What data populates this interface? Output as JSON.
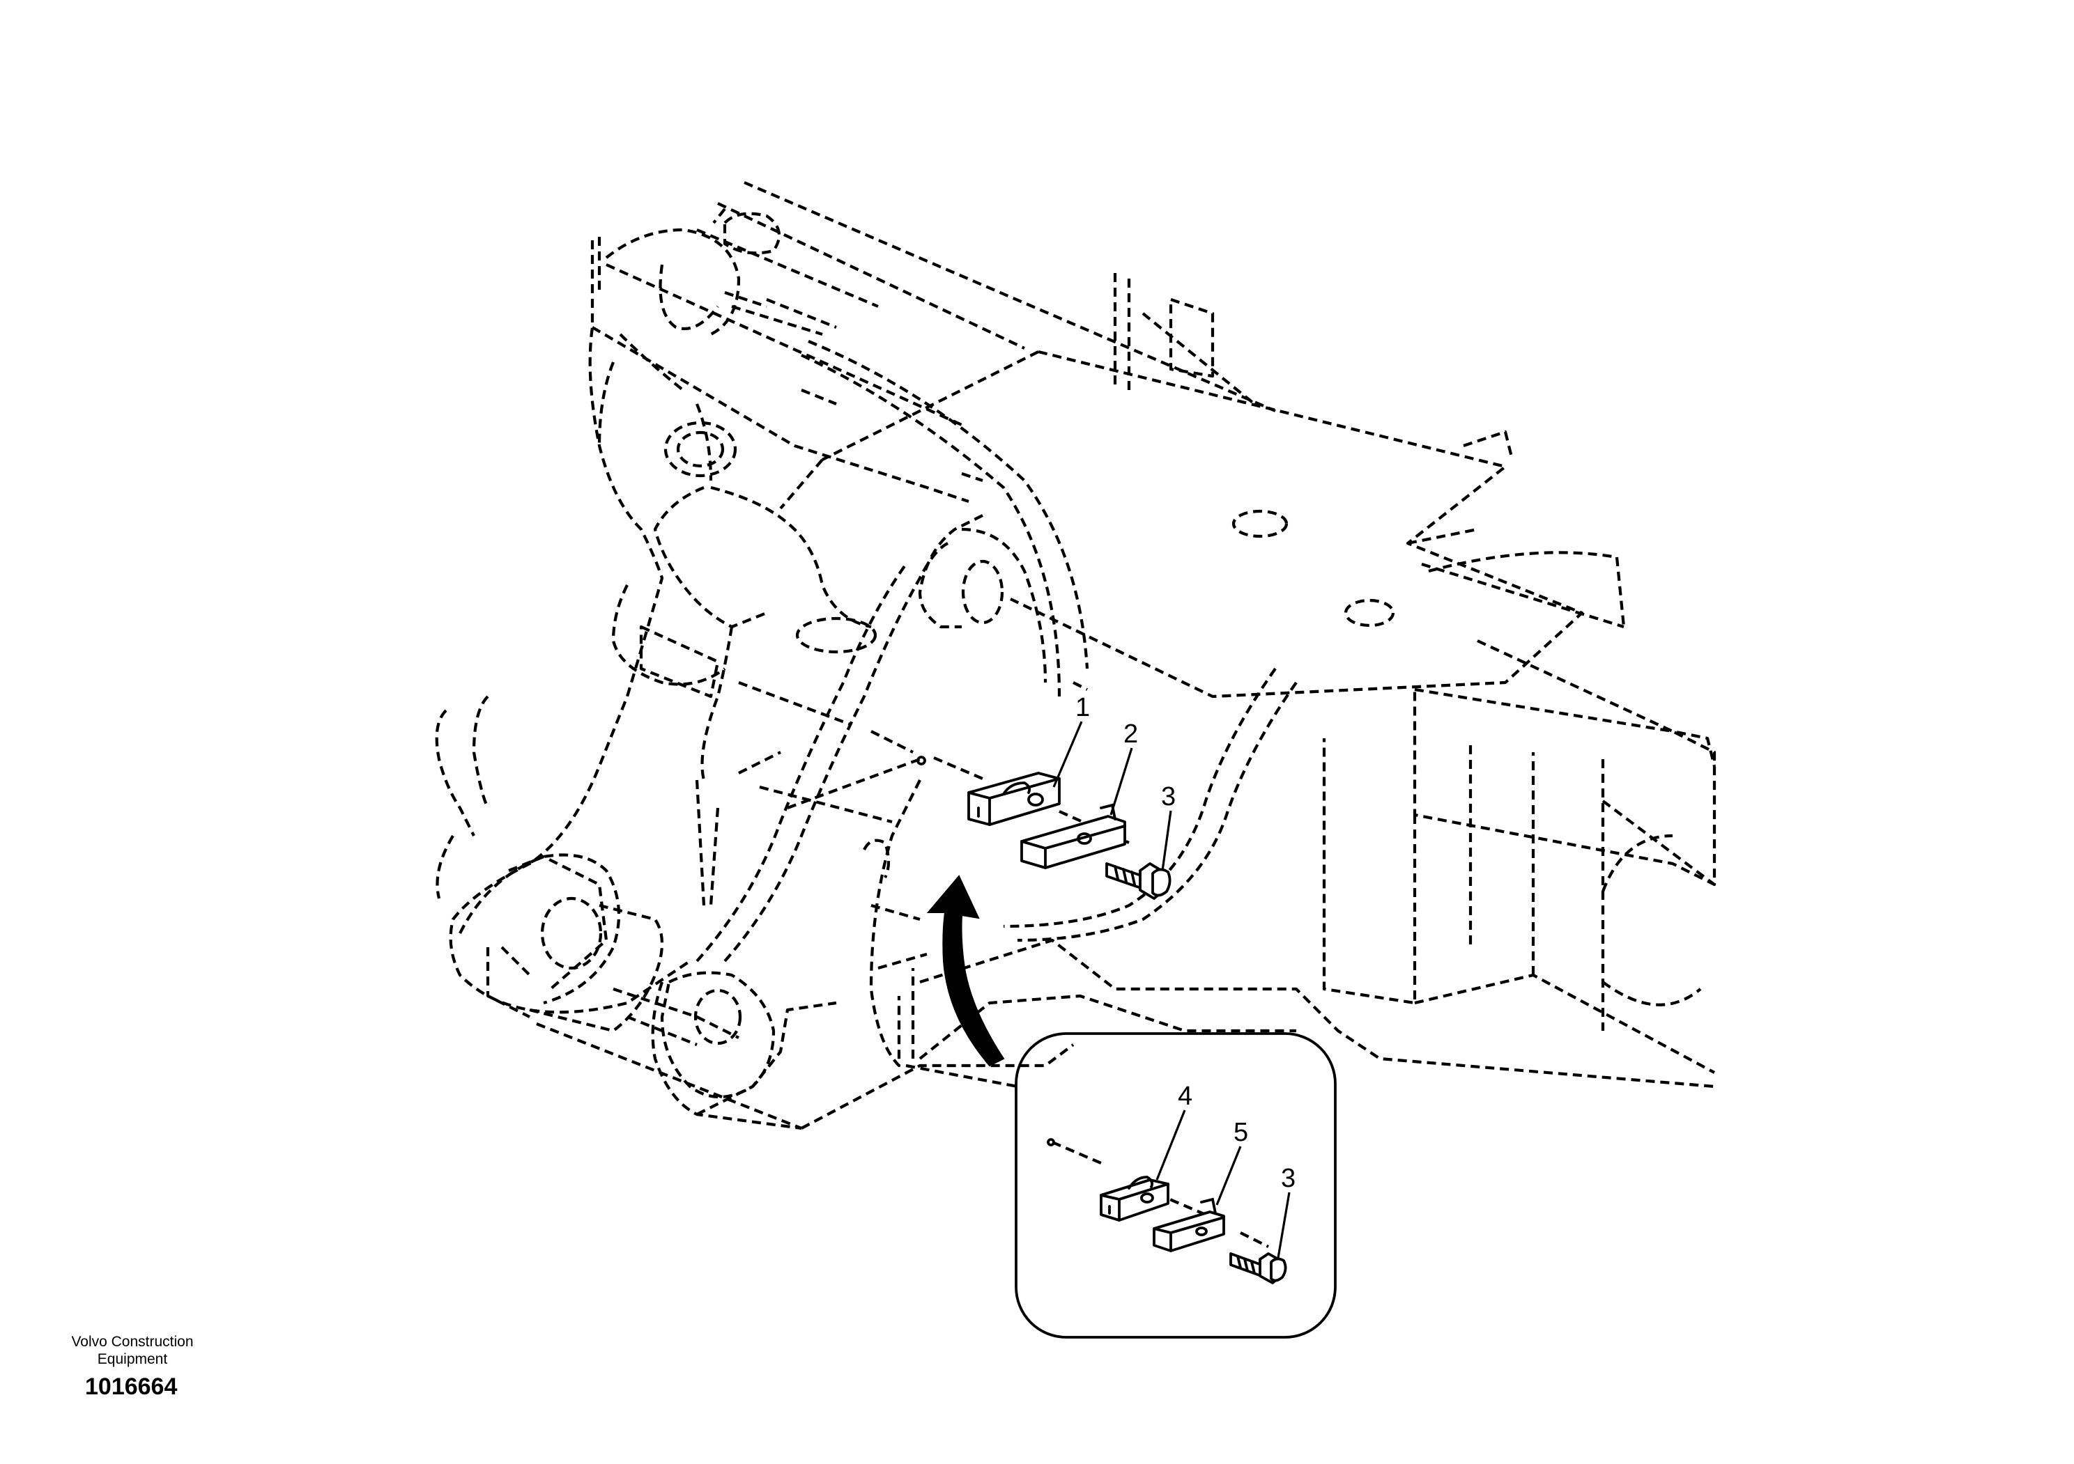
{
  "diagram": {
    "callouts": [
      "1",
      "2",
      "3",
      "4",
      "5",
      "3"
    ]
  },
  "footer": {
    "company_line_1": "Volvo Construction",
    "company_line_2": "Equipment",
    "drawing_number": "1016664"
  }
}
